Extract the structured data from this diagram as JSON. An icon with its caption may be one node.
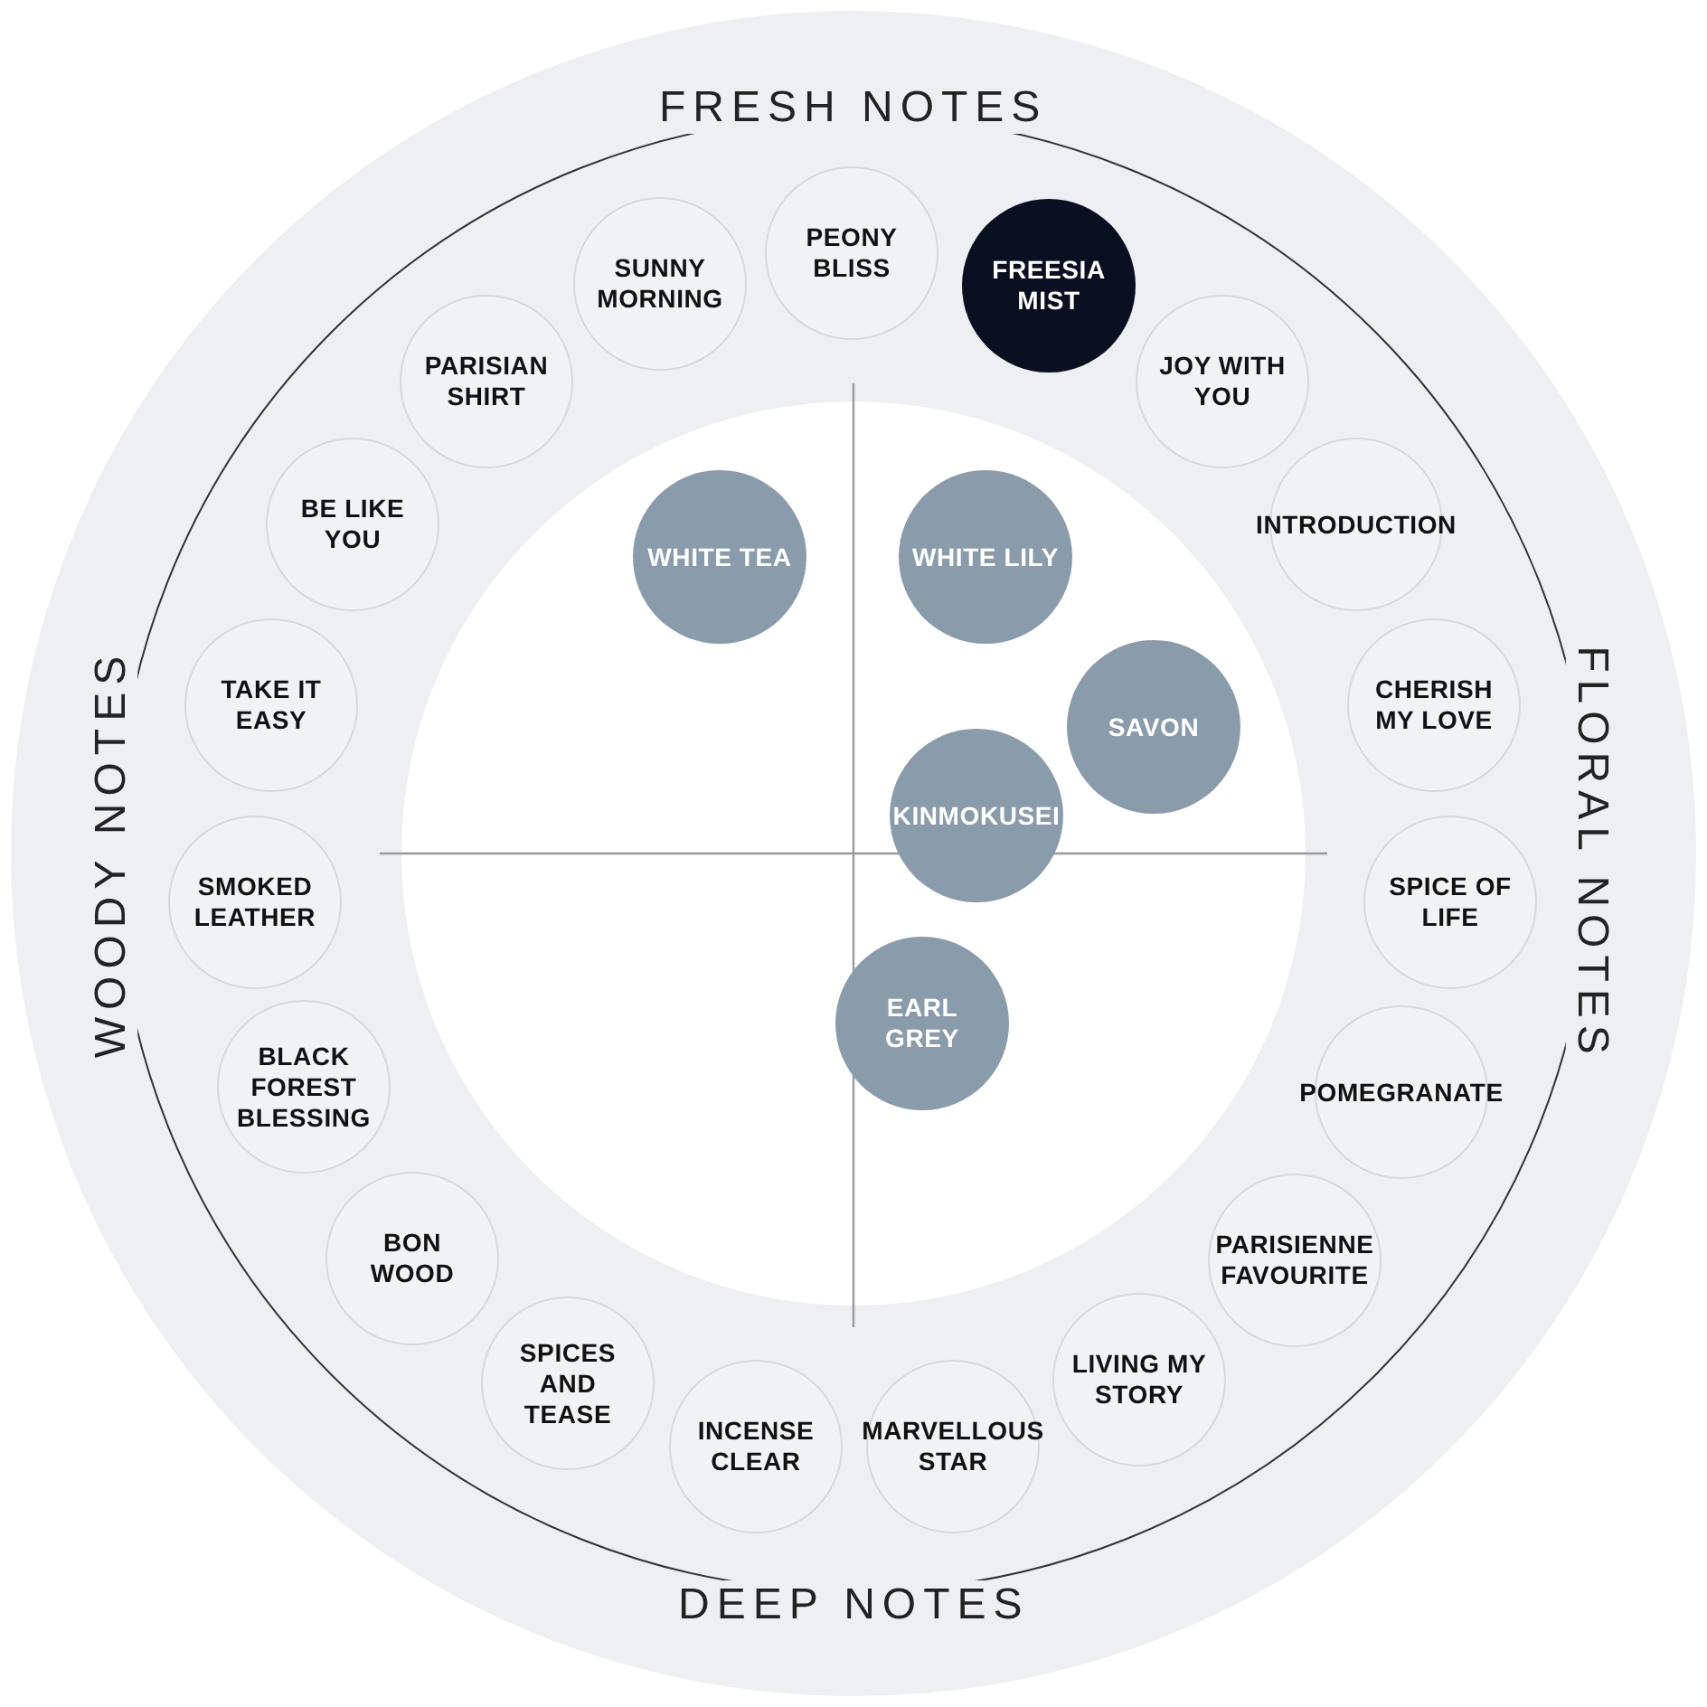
{
  "diagram": {
    "nodes": [
      {
        "text": [
          "SUNNY MORNING"
        ]
      },
      {
        "text": [
          "PEONY BLISS"
        ]
      },
      {
        "text": [
          "FREESIA MIST"
        ]
      },
      {
        "text": [
          "JOY WITH YOU"
        ]
      },
      {
        "text": [
          "INTRODUCTION"
        ]
      },
      {
        "text": [
          "CHERISH MY LOVE"
        ]
      },
      {
        "text": [
          "SPICE OF LIFE"
        ]
      },
      {
        "text": [
          "POMEGRANATE"
        ]
      },
      {
        "text": [
          "PARISIENNE FAVOURITE"
        ]
      },
      {
        "text": [
          "LIVING MY STORY"
        ]
      },
      {
        "text": [
          "MARVELLOUS STAR"
        ]
      },
      {
        "text": [
          "INCENSE CLEAR"
        ]
      },
      {
        "text": [
          "SPICES AND TEASE"
        ]
      },
      {
        "text": [
          "BON WOOD"
        ]
      },
      {
        "text": [
          "BLACK FOREST BLESSING"
        ]
      },
      {
        "text": [
          "SMOKED LEATHER"
        ]
      },
      {
        "text": [
          "TAKE IT EASY"
        ]
      },
      {
        "text": [
          "BE LIKE YOU"
        ]
      },
      {
        "text": [
          "PARISIAN SHIRT"
        ]
      },
      {
        "text": [
          "WHITE TEA"
        ]
      },
      {
        "text": [
          "WHITE LILY"
        ]
      },
      {
        "text": [
          "SAVON"
        ]
      },
      {
        "text": [
          "KINMOKUSEI"
        ]
      },
      {
        "text": [
          "EARL GREY"
        ]
      }
    ],
    "labels": [
      "FRESH NOTES",
      "FLORAL NOTES",
      "DEEP NOTES",
      "WOODY NOTES"
    ]
  }
}
